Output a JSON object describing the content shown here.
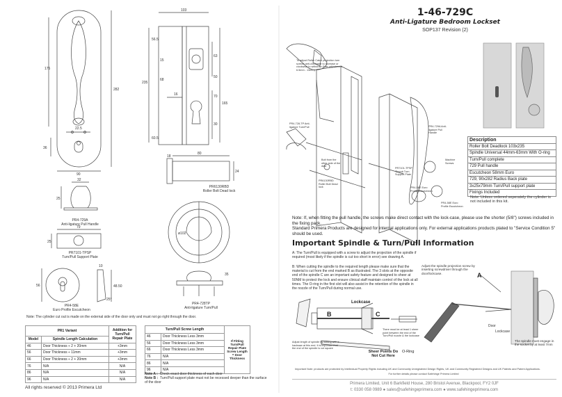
{
  "header": {
    "code": "1-46-729C",
    "product": "Anti-Ligature Bedroom Lockset",
    "revision": "SOP137 Revision (2)"
  },
  "dims": {
    "handle_total": "282",
    "handle_175": "175",
    "handle_225": "22.5",
    "handle_36": "36",
    "handle_90": "90",
    "lock_103": "103",
    "lock_565": "56.5",
    "lock_15": "15",
    "lock_68": "68",
    "lock_235": "235",
    "lock_16": "16",
    "lock_605": "60.5",
    "lock_63": "63",
    "lock_50": "50",
    "lock_70": "70",
    "lock_165": "165",
    "lock_30": "30",
    "lock_80": "80",
    "lock_24": "24",
    "lock_18": "18",
    "plate_32": "32",
    "plate_25": "25",
    "plate_79": "79",
    "plate_25b": "25",
    "esc_56": "56",
    "esc_10": "10",
    "esc_4850": "48.50",
    "esc_25deg": "25°",
    "turn_102": "ø102",
    "turn_35": "35"
  },
  "captions": {
    "handle": "PR4-729A\nAnti-ligature Pull Handle",
    "plate": "PR7101-TPSP\nTurn/Pull Support Plate",
    "escutcheon": "PR4-58E\nEuro Profile Escutcheon",
    "lock": "PR6130RBD\nRoller Bolt Dead lock",
    "turn": "PR4-728TP\nAnti-ligature Turn/Pull"
  },
  "cylinder_note": "Note: The cylinder cut out is made on the external side of the door only and must not go right through the door.",
  "pr1_table": {
    "title": "PR1 Variant",
    "headers": [
      "Model",
      "Spindle Length Calculation",
      "Addition for Turn/Pull Repair Plate"
    ],
    "rows": [
      [
        "46",
        "Door Thickness ÷ 2 + 20mm",
        "+3mm"
      ],
      [
        "56",
        "Door Thickness ÷ 11mm",
        "+3mm"
      ],
      [
        "66",
        "Door Thickness ÷ 2 + 20mm",
        "+3mm"
      ],
      [
        "76",
        "N/A",
        "N/A"
      ],
      [
        "86",
        "N/A",
        "N/A"
      ],
      [
        "96",
        "N/A",
        "N/A"
      ]
    ]
  },
  "screw_table": {
    "title": "Turn/Pull Screw Length",
    "rows": [
      [
        "46",
        "Door Thickness Less 3mm"
      ],
      [
        "56",
        "Door Thickness Less 3mm"
      ],
      [
        "66",
        "Door Thickness Less 3mm"
      ],
      [
        "76",
        "N/A"
      ],
      [
        "86",
        "N/A"
      ],
      [
        "96",
        "N/A"
      ]
    ],
    "side_note": "If Fitting Turn/Pull Repair Plate Screw Length = Door Thickness"
  },
  "notes_ab": {
    "a_label": "Note A :",
    "a_text": "Check exact door thickness of each door",
    "b_label": "Note B :",
    "b_text": "Turn/Pull support plate must not be recessed deeper than the surface of the door"
  },
  "copyright": "All rights reserved © 2013 Primera Ltd",
  "exploded": {
    "adjust": "To adjust Roller Catch projection turn screws anti-clockwise to increase or clockwise to withdraw (Max adjustment 6.5mm - 13mm)",
    "turn_label": "PR4-728-TP Anti-ligature Turn/Pull",
    "bolt_label": "PR6130RBD Roller Bolt Dead lock",
    "edge_label": "Bolt from the other side of the door",
    "thumb_label": "PR7101-TPSP Thumb Turn Support Plate",
    "pull_label": "PR4-729A Anti-ligature Pull Handle",
    "m_label": "Machine Screws",
    "e1": "PR4-58E Euro Profile Escutcheon",
    "e2": "PR4-58E Euro Profile Escutcheon"
  },
  "description_table": [
    "Description",
    "Roller Bolt Deadlock 103x235",
    "Spindle Universal 44mm-63mm With O-ring",
    "Turn/Pull complete",
    "729 Pull handle",
    "Escutcheon 58mm Euro",
    "729, 90x282 Radius Back plate",
    "3x25x79mm Turn/Pull support plate",
    "Fixings Included"
  ],
  "cylinder_note2": "Note: Unless ordered seperately the cylinder is not included in this kit.",
  "main_note": "Note: If, when fitting the pull handle, the screws make direct contact with the lock-case, please use the shorter (5/8\") screws included in the fixing pack.",
  "main_note2": "Standard Primera Products are designed for internal applications only. For external applications products plated to \"Service Condition 5\" should be used.",
  "spindle_heading": "Important Spindle & Turn/Pull Information",
  "para_a": "A: The Turn/Pull is equipped with a screw to adjust the projection of the spindle if required (most likely if the spindle is cut too short in error) see drawing A.",
  "para_b": "B: When cutting the spindle to the required length please make sure that the material is cut from the end marked B as illustrated. The 3 slots at the opposite end of the spindle C are an important safety feature and designed to sheer at 50NM to protect the lock and ensure clinical staff maintain control of the lock at all times. The O-ring in the first slot will also assist in the retention of the spindle in the nozzle of the Turn/Pull during normal use.",
  "diagram_labels": {
    "lockcase": "Lockcase",
    "b": "B",
    "c": "C",
    "a": "A",
    "sheer": "Sheer Points Do Not Cut Here",
    "oring": "O-Ring",
    "cut_note": "Adjust length of spindle by cutting with a hacksaw at this end. It is important that the end of the spindle is cut square",
    "gap_note": "There must be at least 1 sheer point between the end of the Turn/Pull nozzle & the lockcase",
    "adjust_note": "Adjust the spindle projection screw by inserting screwdriver through the door/lockcase.",
    "door": "Door",
    "lockcase2": "Lockcase",
    "engage": "The spindle must engage in the socket by at least 7mm"
  },
  "important_note": "Important Note: products are protected by Intellectual Property Rights including UK and Community Unregistered Design Rights, UK and Community Registered Designs and UK Patents and Patent Applications.",
  "further": "For further details please contact Safehinge Primera Limited",
  "footer": {
    "address": "Primera Limited, Unit 6 Barkfield House, 280 Bristol Avenue, Blackpool, FY2 0JF",
    "contact": "t: 0330 058 0989  ●  sales@safehingeprimera.com  ●  www.safehingeprimera.com"
  }
}
